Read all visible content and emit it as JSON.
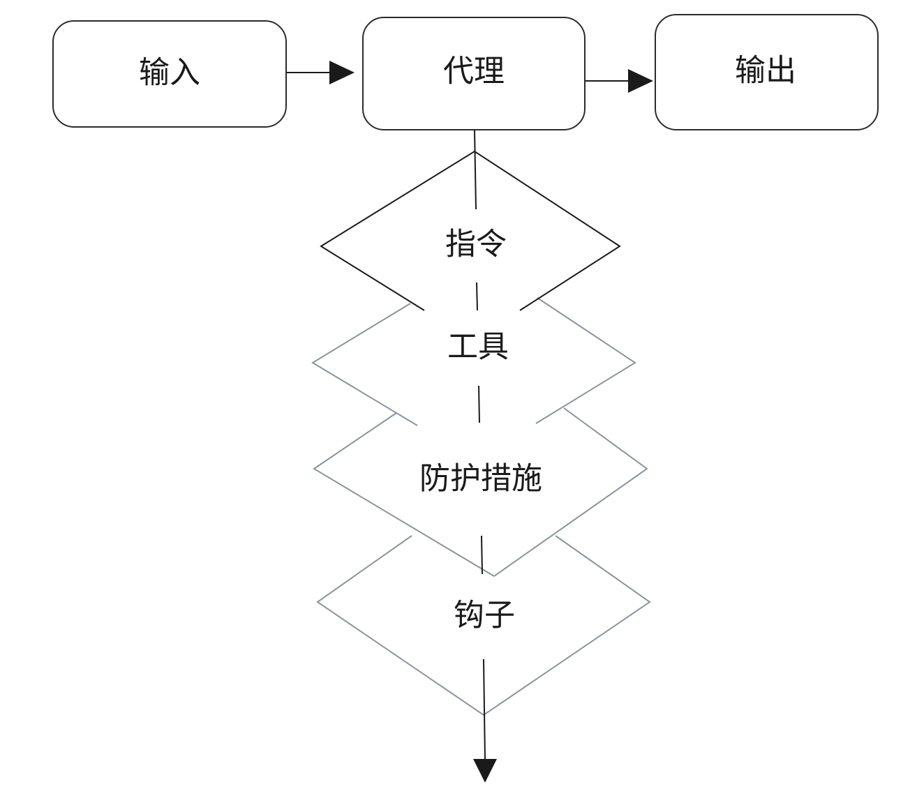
{
  "nodes": {
    "input": "输入",
    "agent": "代理",
    "output": "输出"
  },
  "layers": [
    {
      "label": "指令"
    },
    {
      "label": "工具"
    },
    {
      "label": "防护措施"
    },
    {
      "label": "钩子"
    }
  ],
  "colors": {
    "primary_stroke": "#1a1a1a",
    "layer_stroke": "#8a949c",
    "background": "#ffffff"
  }
}
